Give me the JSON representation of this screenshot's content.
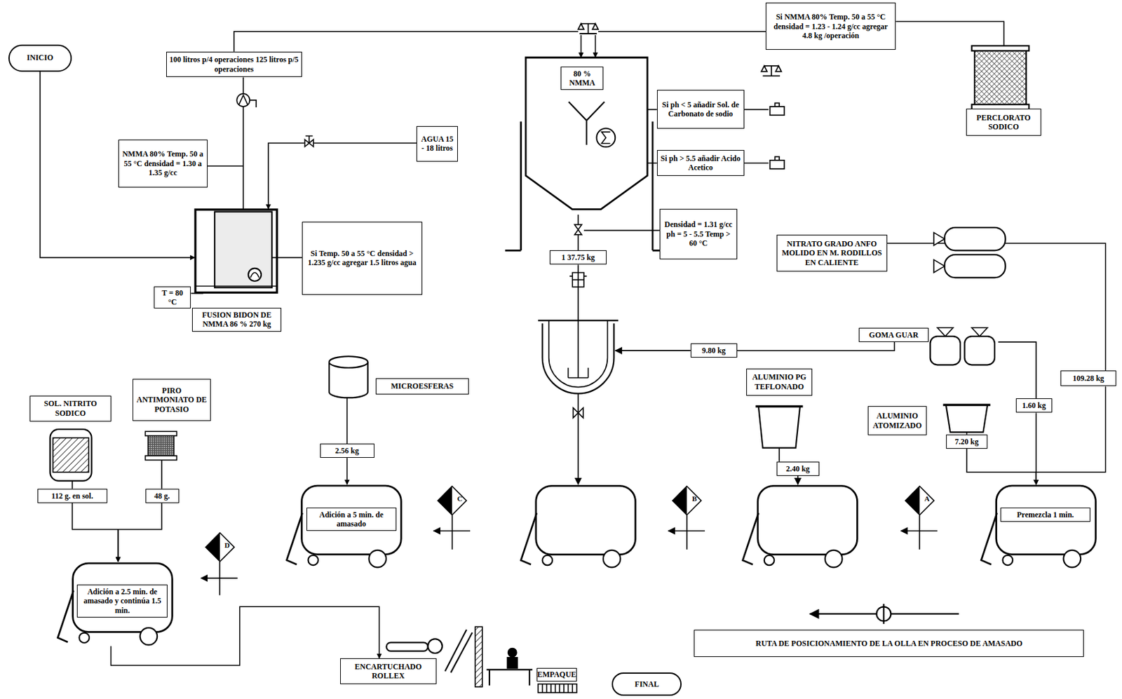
{
  "diagram": {
    "nodes": [
      {
        "text": [
          "INICIO"
        ]
      },
      {
        "text": [
          "100 litros p/4 operaciones 125 litros p/5 operaciones"
        ]
      },
      {
        "text": [
          "NMMA 80% Temp. 50 a 55 °C densidad = 1.30 a 1.35 g/cc"
        ]
      },
      {
        "text": [
          "AGUA 15 - 18 litros"
        ]
      },
      {
        "text": [
          "FUSION BIDON DE NMMA 86 % 270 kg"
        ]
      },
      {
        "text": [
          "Si Temp. 50 a 55 °C densidad > 1.235 g/cc agregar 1.5 litros agua"
        ]
      },
      {
        "text": [
          "T = 80 °C"
        ]
      },
      {
        "text": [
          "Si NMMA 80% Temp. 50 a 55 °C densidad = 1.23 - 1.24 g/cc agregar 4.8 kg /operación"
        ]
      },
      {
        "text": [
          "80 % NMMA"
        ]
      },
      {
        "text": [
          "Si ph < 5 añadir Sol. de Carbonato de sodio"
        ]
      },
      {
        "text": [
          "Si ph > 5.5 añadir Acido Acetico"
        ]
      },
      {
        "text": [
          "PERCLORATO SODICO"
        ]
      },
      {
        "text": [
          "Densidad = 1.31 g/cc ph = 5 - 5.5 Temp > 60 °C"
        ]
      },
      {
        "text": [
          "1 37.75 kg"
        ]
      },
      {
        "text": [
          "NITRATO GRADO ANFO MOLIDO EN M. RODILLOS EN CALIENTE"
        ]
      },
      {
        "text": [
          "GOMA GUAR"
        ]
      },
      {
        "text": [
          "9.80 kg"
        ]
      },
      {
        "text": [
          "109.28 kg"
        ]
      },
      {
        "text": [
          "MICROESFERAS"
        ]
      },
      {
        "text": [
          "ALUMINIO PG TEFLONADO"
        ]
      },
      {
        "text": [
          "ALUMINIO ATOMIZADO"
        ]
      },
      {
        "text": [
          "1.60 kg"
        ]
      },
      {
        "text": [
          "7.20 kg"
        ]
      },
      {
        "text": [
          "2.40 kg"
        ]
      },
      {
        "text": [
          "2.56 kg"
        ]
      },
      {
        "text": [
          "SOL. NITRITO SODICO"
        ]
      },
      {
        "text": [
          "PIRO ANTIMONIATO DE POTASIO"
        ]
      },
      {
        "text": [
          "112 g. en sol."
        ]
      },
      {
        "text": [
          "48 g."
        ]
      },
      {
        "text": [
          "Adición a 5 min. de amasado"
        ]
      },
      {
        "text": [
          "C"
        ]
      },
      {
        "text": [
          "B"
        ]
      },
      {
        "text": [
          "A"
        ]
      },
      {
        "text": [
          "Premezcla 1 min."
        ]
      },
      {
        "text": [
          "D"
        ]
      },
      {
        "text": [
          "Adición a 2.5 min. de amasado y continúa 1.5 min."
        ]
      },
      {
        "text": [
          "ENCARTUCHADO ROLLEX"
        ]
      },
      {
        "text": [
          "EMPAQUE"
        ]
      },
      {
        "text": [
          "FINAL"
        ]
      },
      {
        "text": [
          "RUTA DE POSICIONAMIENTO DE LA OLLA EN PROCESO DE AMASADO"
        ]
      }
    ],
    "edges": [
      {
        "from": 0,
        "to": 4,
        "arrow": "to"
      },
      {
        "from": 4,
        "to": 1,
        "arrow": "none"
      },
      {
        "from": 3,
        "to": 4,
        "arrow": "to"
      },
      {
        "from": 1,
        "to": 8,
        "arrow": "to"
      },
      {
        "from": 7,
        "to": 8,
        "arrow": "to"
      },
      {
        "from": 11,
        "to": 7,
        "arrow": "none"
      },
      {
        "from": 8,
        "to": 13,
        "arrow": "none"
      },
      {
        "from": 15,
        "to": 16,
        "arrow": "none"
      },
      {
        "from": 14,
        "to": 17,
        "arrow": "none"
      },
      {
        "from": 17,
        "to": 33,
        "arrow": "to"
      },
      {
        "from": 21,
        "to": 33,
        "arrow": "to"
      },
      {
        "from": 22,
        "to": 33,
        "arrow": "to"
      },
      {
        "from": 24,
        "to": 29,
        "arrow": "to"
      },
      {
        "from": 27,
        "to": 35,
        "arrow": "to"
      },
      {
        "from": 28,
        "to": 35,
        "arrow": "to"
      },
      {
        "from": 35,
        "to": 36,
        "arrow": "to"
      }
    ]
  }
}
